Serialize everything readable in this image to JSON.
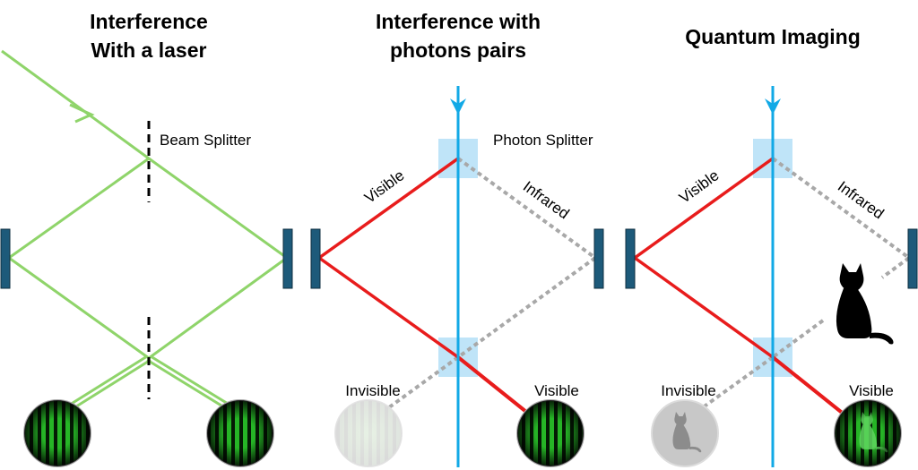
{
  "panels": [
    {
      "title_lines": [
        "Interference",
        "With a laser"
      ],
      "labels": {
        "splitter": "Beam Splitter"
      }
    },
    {
      "title_lines": [
        "Interference with",
        "photons pairs"
      ],
      "labels": {
        "splitter": "Photon Splitter",
        "visible_arm": "Visible",
        "infrared_arm": "Infrared",
        "invisible_output": "Invisible",
        "visible_output": "Visible"
      }
    },
    {
      "title_lines": [
        "Quantum Imaging"
      ],
      "labels": {
        "visible_arm": "Visible",
        "infrared_arm": "Infrared",
        "invisible_output": "Invisible",
        "visible_output": "Visible"
      }
    }
  ],
  "colors": {
    "laser": "#8fd46a",
    "pump": "#12a9e6",
    "visible": "#e81c1c",
    "infrared": "#a8a8a8",
    "mirror": "#1d5a7a",
    "splitter_box": "#bfe4f8",
    "fringe": "#26b526",
    "cat": "#000000"
  },
  "icons": [
    "arrow-icon",
    "mirror-icon",
    "cat-icon",
    "interference-pattern-icon"
  ]
}
